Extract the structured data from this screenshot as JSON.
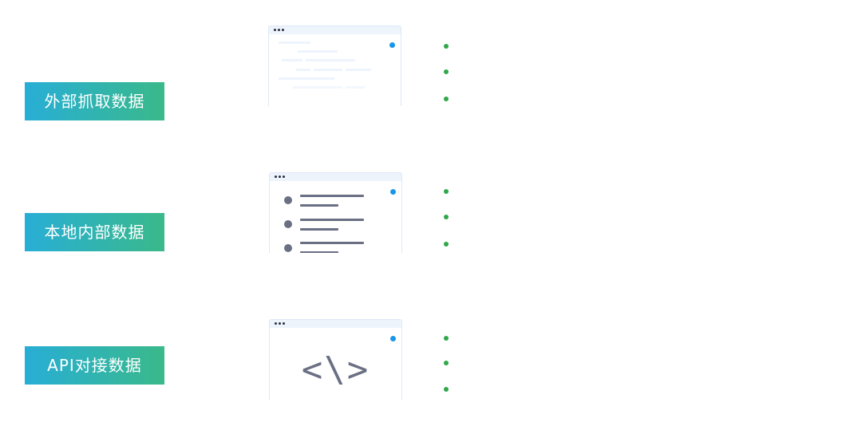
{
  "sections": [
    {
      "label": "外部抓取数据",
      "card": "lines-faint"
    },
    {
      "label": "本地内部数据",
      "card": "list"
    },
    {
      "label": "API对接数据",
      "card": "code",
      "code_glyph": "<\\>"
    }
  ],
  "colors": {
    "label_gradient_start": "#28aed6",
    "label_gradient_end": "#3ab98a",
    "card_accent_dot": "#1a96e8",
    "list_bullet": "#2fa84b",
    "card_ink": "#6a6f83"
  },
  "icons": [
    "window-dots-icon",
    "code-brackets-icon"
  ]
}
